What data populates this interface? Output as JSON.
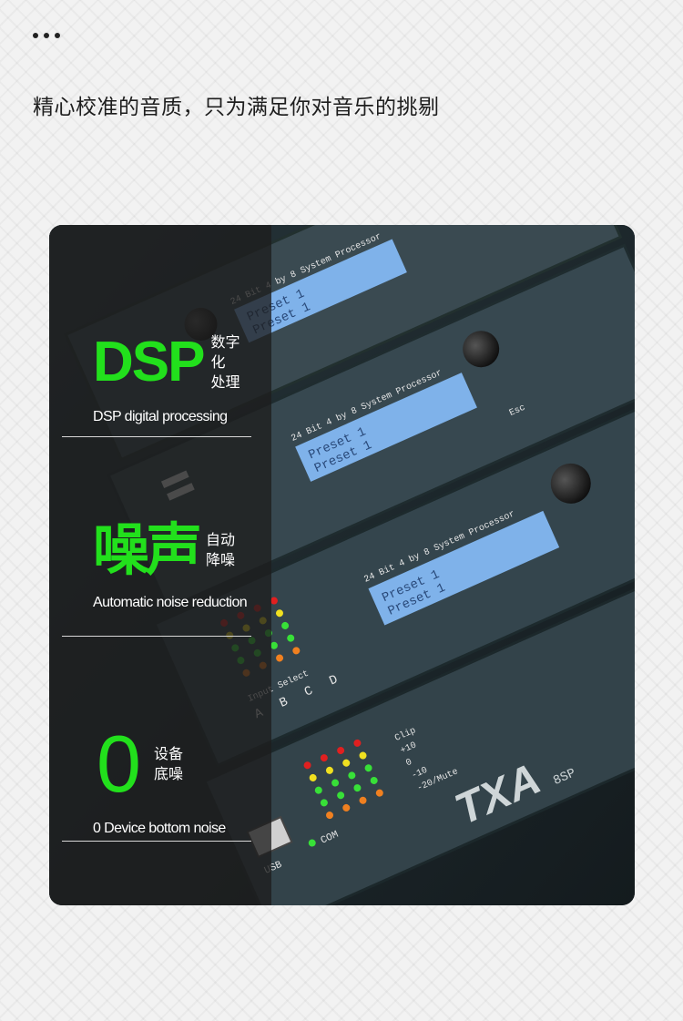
{
  "header": {
    "more_icon": "more-horizontal-icon",
    "headline": "精心校准的音质，只为满足你对音乐的挑剔"
  },
  "features": [
    {
      "big": "DSP",
      "cn": "数字化\n处理",
      "en": "DSP digital processing"
    },
    {
      "big": "噪声",
      "cn": "自动\n降噪",
      "en": "Automatic noise reduction"
    },
    {
      "big": "0",
      "cn": "设备\n底噪",
      "en": "0 Device bottom noise"
    }
  ],
  "device": {
    "brand": "TXA",
    "model": "8SP",
    "lcd_title": "24 Bit  4 by 8 System Processor",
    "lcd_line": "Preset 1",
    "input_select": "Input Select",
    "meter_labels": [
      "Clip",
      "+10",
      "0",
      "-10",
      "-20/Mute"
    ],
    "channels": [
      "A",
      "B",
      "C",
      "D"
    ],
    "esc": "Esc",
    "usb": "USB",
    "com": "COM"
  },
  "colors": {
    "accent": "#22e01c",
    "panel": "#1e1e1e",
    "lcd": "#7fb2ea",
    "device": "#33434a"
  }
}
